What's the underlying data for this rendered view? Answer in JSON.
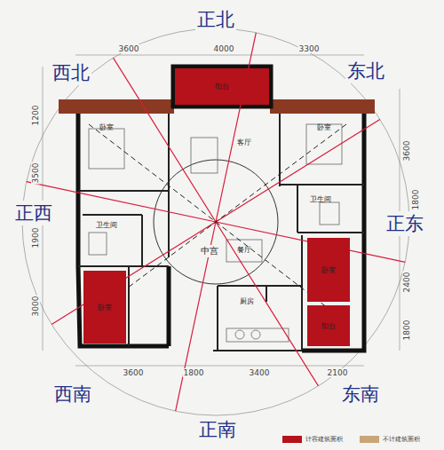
{
  "diagram": {
    "nodes": [
      {
        "text": [
          "阳台"
        ]
      },
      {
        "text": [
          "卧室"
        ]
      },
      {
        "text": [
          "客厅"
        ]
      },
      {
        "text": [
          "卧室"
        ]
      },
      {
        "text": [
          "卫生间"
        ]
      },
      {
        "text": [
          "卫生间"
        ]
      },
      {
        "text": [
          "餐厅"
        ]
      },
      {
        "text": [
          "卧室"
        ]
      },
      {
        "text": [
          "卧室"
        ]
      },
      {
        "text": [
          "阳台"
        ]
      },
      {
        "text": [
          "厨房"
        ]
      }
    ],
    "labels": [
      "正北",
      "东北",
      "正东",
      "东南",
      "正南",
      "西南",
      "正西",
      "西北",
      "中宫",
      "3600",
      "4000",
      "3300",
      "3600",
      "1800",
      "3400",
      "2100",
      "1200",
      "3500",
      "1900",
      "3000",
      "3600",
      "1800",
      "2400",
      "1800"
    ],
    "legend": [
      {
        "text": "计容建筑面积",
        "color": "#b5121b"
      },
      {
        "text": "不计建筑面积",
        "color": "#c9a57a"
      }
    ]
  }
}
